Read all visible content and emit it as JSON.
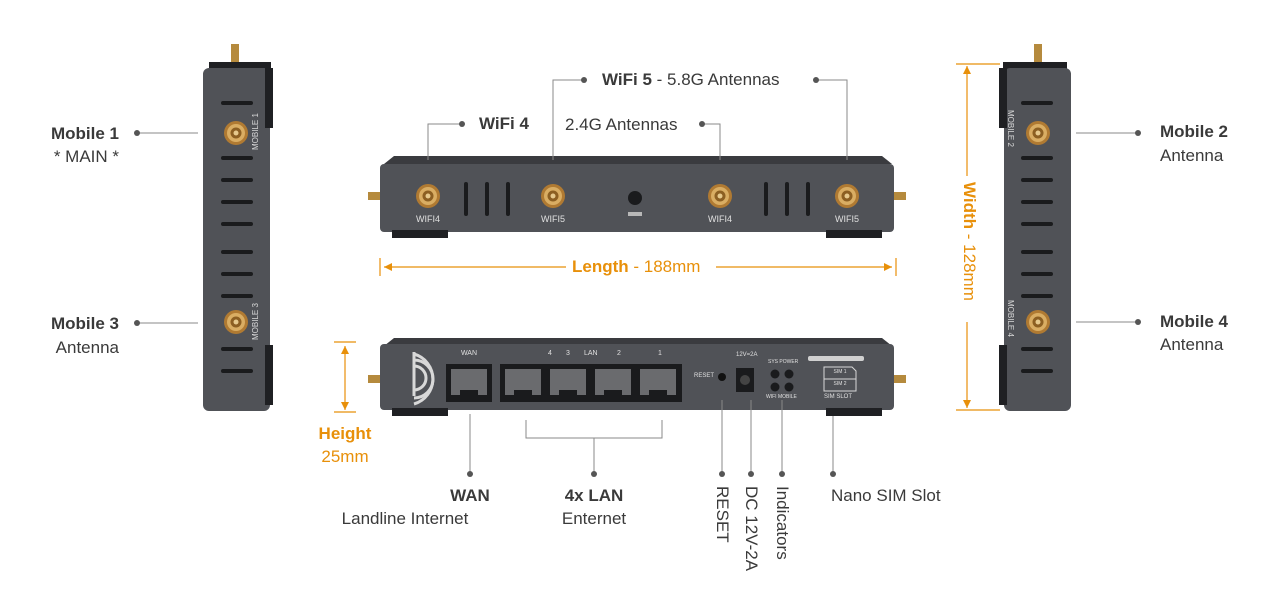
{
  "device": {
    "side_labels": {
      "mobile1": "MOBILE 1",
      "mobile2": "MOBILE 2",
      "mobile3": "MOBILE 3",
      "mobile4": "MOBILE 4"
    },
    "front_port_labels": [
      "WIFI4",
      "WIFI5",
      "WIFI4",
      "WIFI5"
    ],
    "back_panel": {
      "wan": "WAN",
      "lan": "LAN",
      "lan_numbers": [
        "4",
        "3",
        "2",
        "1"
      ],
      "reset": "RESET",
      "power": "12V=2A",
      "leds_top": "SYS POWER",
      "leds_bottom": "WIFI MOBILE",
      "sim1": "SIM 1",
      "sim2": "SIM 2",
      "sim_slot": "SIM SLOT"
    }
  },
  "callouts": {
    "mobile1": {
      "title": "Mobile 1",
      "sub": "* MAIN *"
    },
    "mobile2": {
      "title": "Mobile 2",
      "sub": "Antenna"
    },
    "mobile3": {
      "title": "Mobile 3",
      "sub": "Antenna"
    },
    "mobile4": {
      "title": "Mobile 4",
      "sub": "Antenna"
    },
    "wifi4": {
      "title": "WiFi 4"
    },
    "wifi5": {
      "title": "WiFi 5",
      "rest": " - 5.8G Antennas"
    },
    "wifi24": {
      "text": "2.4G Antennas"
    },
    "wan": {
      "title": "WAN",
      "sub": "Landline Internet"
    },
    "lan": {
      "title": "4x LAN",
      "sub": "Enternet"
    },
    "reset": {
      "text": "RESET"
    },
    "dc": {
      "text": "DC 12V-2A"
    },
    "indicators": {
      "text": "Indicators"
    },
    "sim": {
      "text": "Nano SIM Slot"
    }
  },
  "dimensions": {
    "length": {
      "label": "Length",
      "value": " - 188mm"
    },
    "width": {
      "label": "Width",
      "value": " - 128mm"
    },
    "height": {
      "label": "Height",
      "value": "25mm"
    }
  },
  "colors": {
    "accent": "#e8900a",
    "device": "#505257",
    "device_dark": "#2b2c2f",
    "line": "#8a8a8a"
  }
}
